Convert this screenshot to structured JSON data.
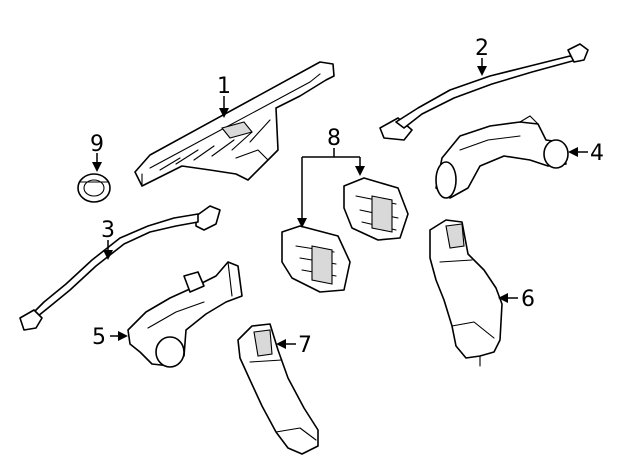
{
  "diagram": {
    "type": "exploded-parts-diagram",
    "callouts": [
      {
        "number": "1",
        "part": "dash-panel-duct"
      },
      {
        "number": "2",
        "part": "upper-right-defroster-hose"
      },
      {
        "number": "3",
        "part": "left-defroster-hose"
      },
      {
        "number": "4",
        "part": "right-side-duct"
      },
      {
        "number": "5",
        "part": "left-side-duct"
      },
      {
        "number": "6",
        "part": "right-floor-duct"
      },
      {
        "number": "7",
        "part": "left-floor-duct"
      },
      {
        "number": "8",
        "part": "air-vent-outlets"
      },
      {
        "number": "9",
        "part": "grommet"
      }
    ]
  }
}
